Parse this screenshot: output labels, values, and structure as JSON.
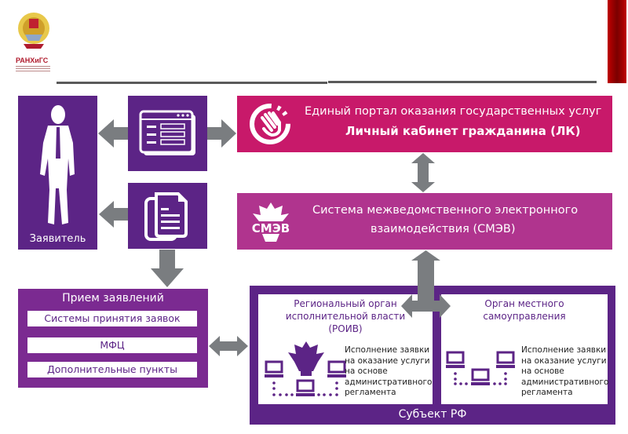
{
  "header": {
    "logo_text": "РАНХиГС",
    "accent_color": "#c00000"
  },
  "colors": {
    "purple": "#5c2486",
    "magenta": "#c8196a",
    "violet": "#b0348e",
    "arrow_gray": "#7a7d80"
  },
  "applicant": {
    "label": "Заявитель",
    "icon": "person-silhouette-icon"
  },
  "form_box": {
    "icon": "web-form-icon"
  },
  "doc_box": {
    "icon": "documents-icon"
  },
  "portal": {
    "line1": "Единый портал оказания государственных услуг",
    "line2": "Личный кабинет гражданина (ЛК)",
    "icon": "touch-hand-icon"
  },
  "smev": {
    "line1": "Система межведомственного электронного",
    "line2": "взаимодействия (СМЭВ)",
    "icon": "smev-emblem-icon",
    "icon_text": "СМЭВ"
  },
  "priem": {
    "title": "Прием заявлений",
    "items": [
      "Системы принятия заявок",
      "МФЦ",
      "Дополнительные пункты"
    ]
  },
  "subject": {
    "label": "Субъект РФ",
    "panels": [
      {
        "title_lines": [
          "Региональный орган",
          "исполнительной власти",
          "(РОИВ)"
        ],
        "desc_lines": [
          "Исполнение заявки",
          "на оказание услуги",
          "на основе",
          "административного",
          "регламента"
        ]
      },
      {
        "title_lines": [
          "Орган местного",
          "самоуправления"
        ],
        "desc_lines": [
          "Исполнение заявки",
          "на оказание услуги",
          "на основе",
          "административного",
          "регламента"
        ]
      }
    ]
  }
}
